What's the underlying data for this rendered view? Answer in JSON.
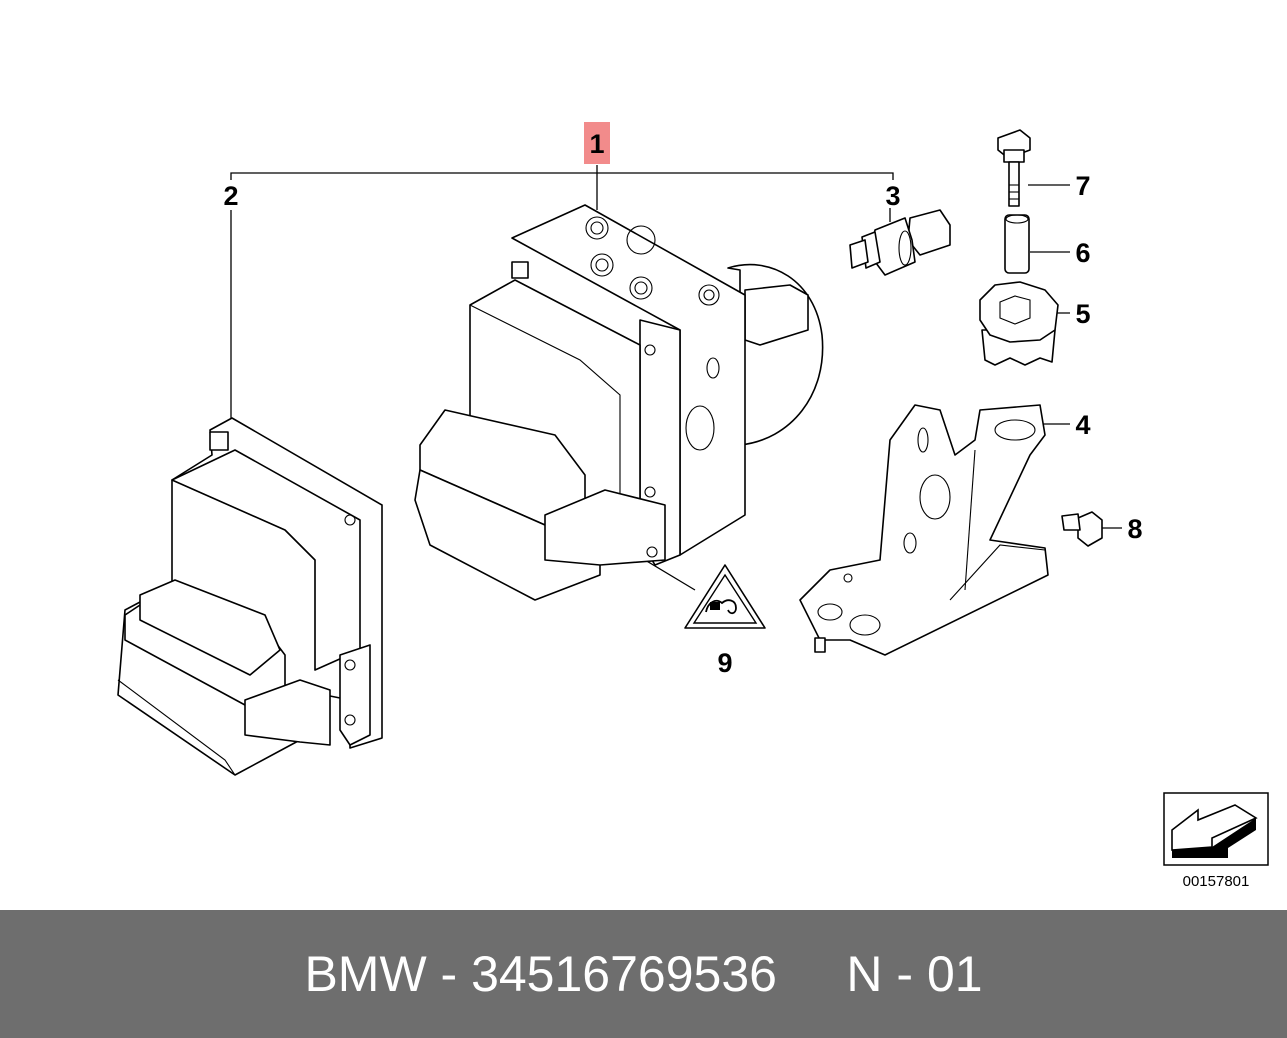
{
  "callouts": [
    "1",
    "2",
    "3",
    "4",
    "5",
    "6",
    "7",
    "8",
    "9"
  ],
  "highlight_color": "#f28b8b",
  "diagram_number": "00157801",
  "footer": {
    "text": "BMW - 34516769536     N - 01",
    "background": "#6e6e6e"
  },
  "icons": [
    "electrostatic-warning-icon",
    "view-direction-arrow-icon"
  ]
}
